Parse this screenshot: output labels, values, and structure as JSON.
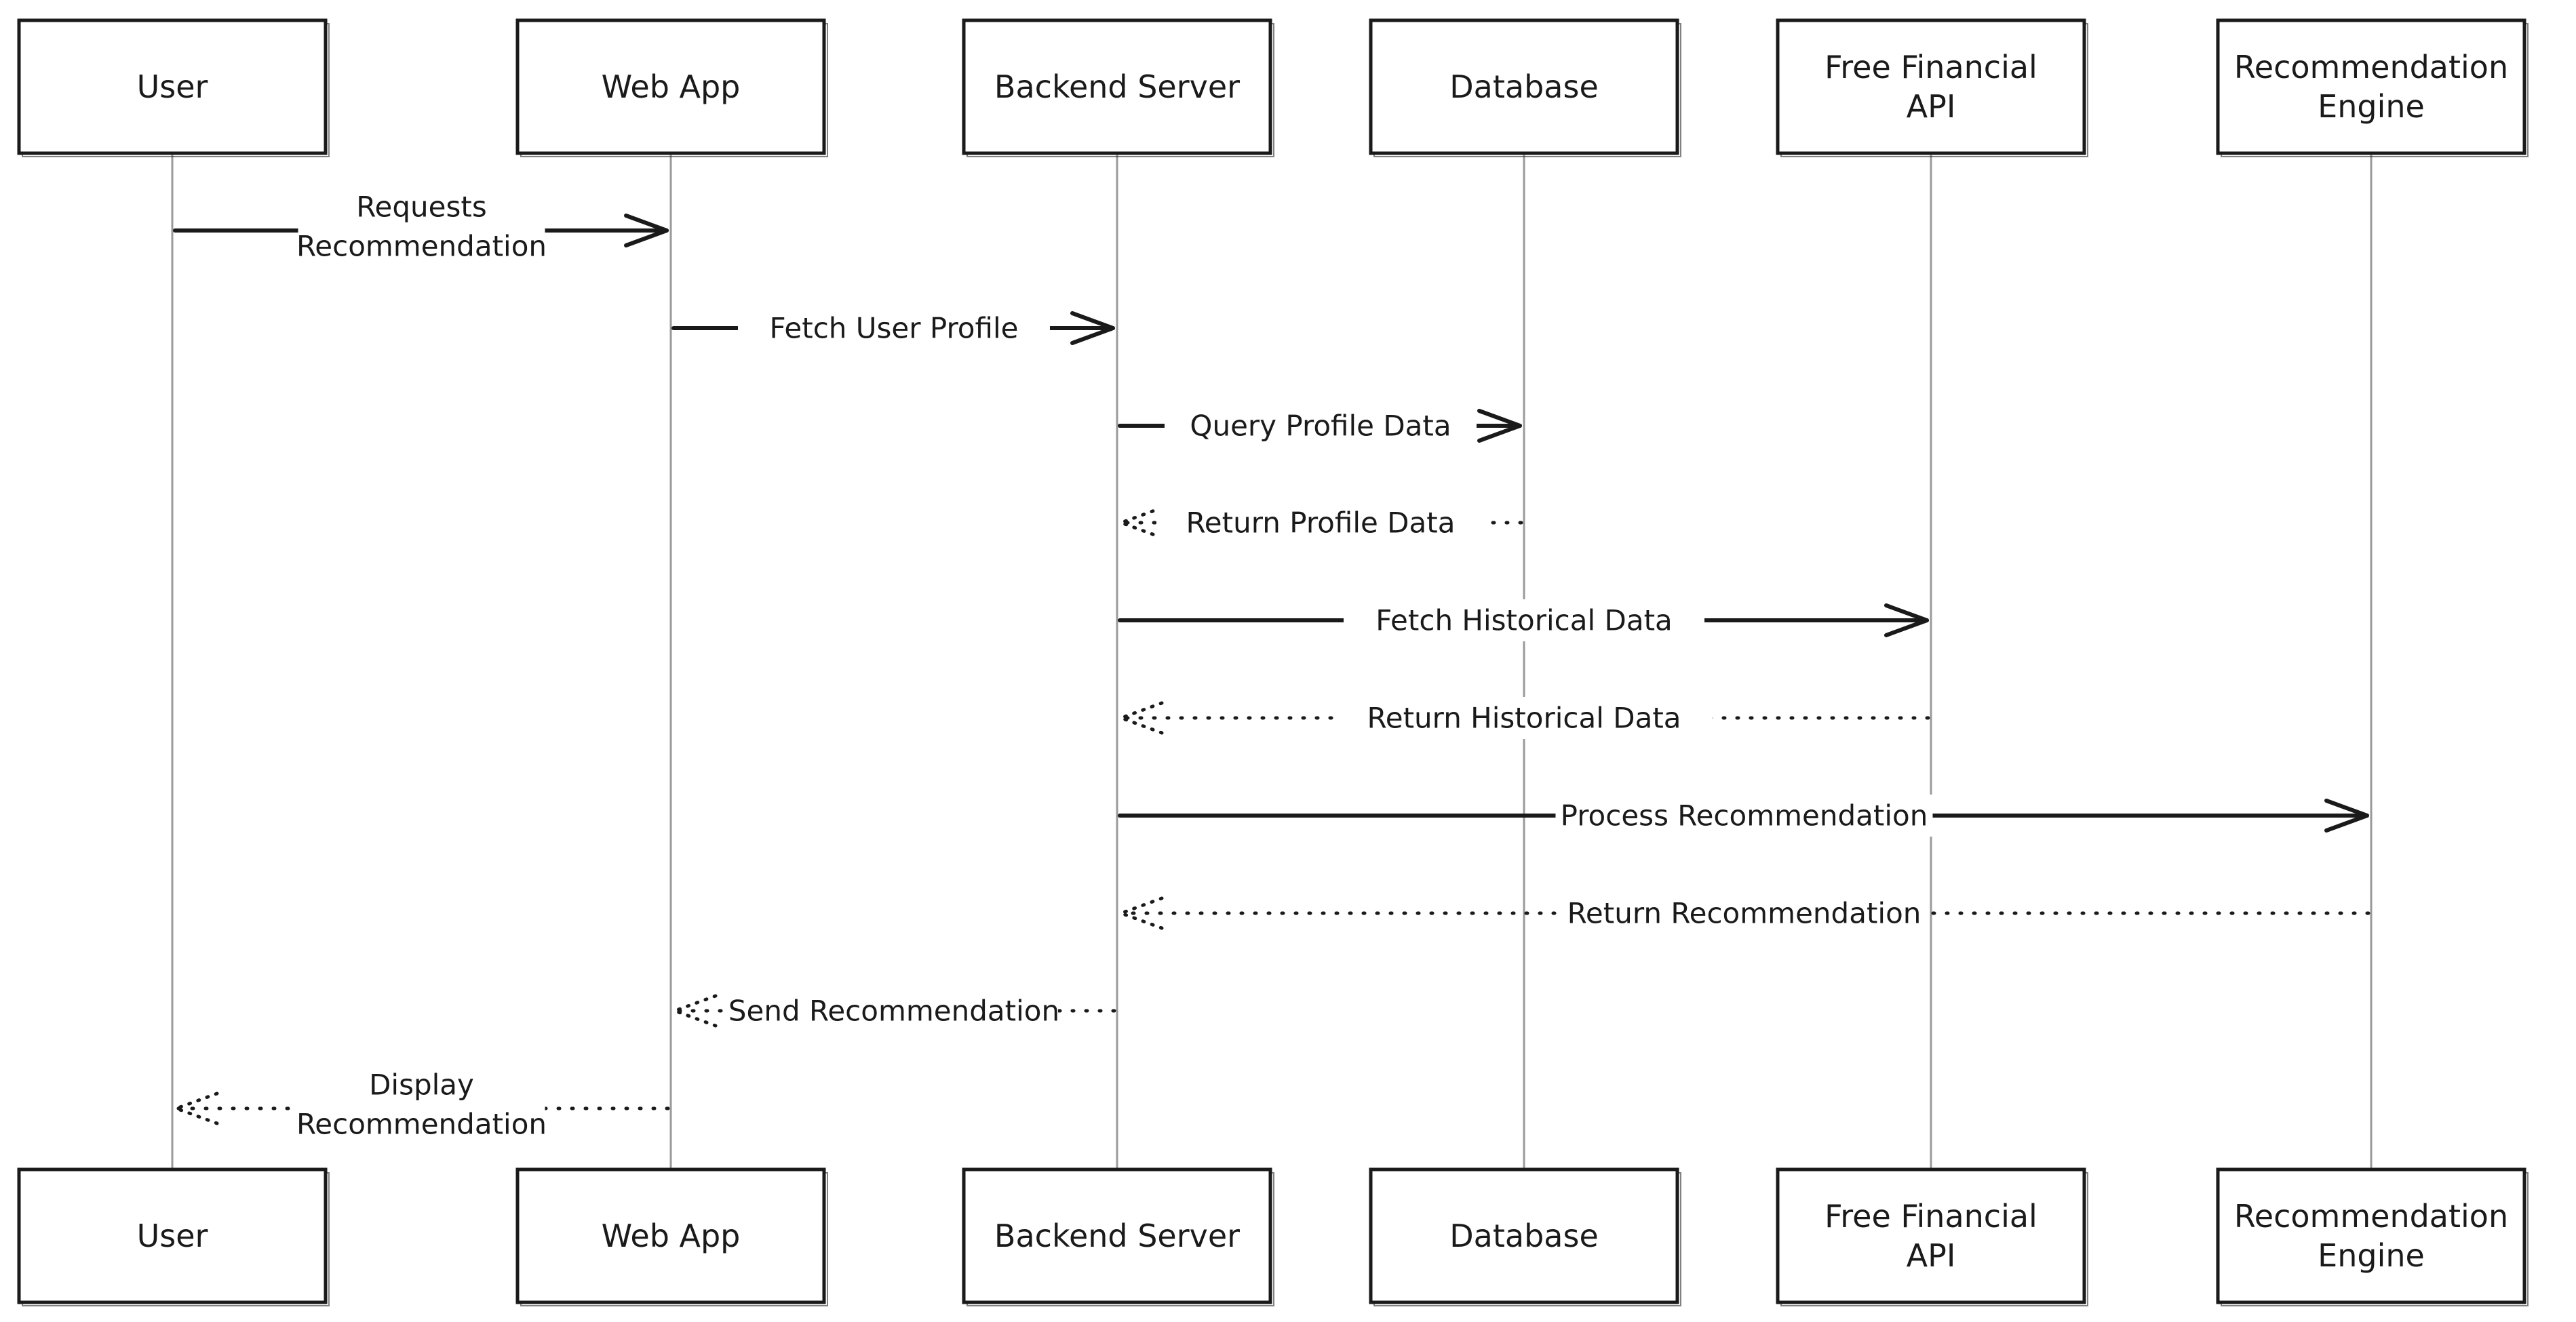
{
  "participants": [
    {
      "id": "user",
      "lines": [
        "User"
      ]
    },
    {
      "id": "web-app",
      "lines": [
        "Web App"
      ]
    },
    {
      "id": "backend-server",
      "lines": [
        "Backend Server"
      ]
    },
    {
      "id": "database",
      "lines": [
        "Database"
      ]
    },
    {
      "id": "free-financial-api",
      "lines": [
        "Free Financial",
        "API"
      ]
    },
    {
      "id": "recommendation-engine",
      "lines": [
        "Recommendation",
        "Engine"
      ]
    }
  ],
  "messages": [
    {
      "from": 0,
      "to": 1,
      "style": "solid",
      "lines": [
        "Requests",
        "Recommendation"
      ]
    },
    {
      "from": 1,
      "to": 2,
      "style": "solid",
      "lines": [
        "Fetch User Profile"
      ]
    },
    {
      "from": 2,
      "to": 3,
      "style": "solid",
      "lines": [
        "Query Profile Data"
      ]
    },
    {
      "from": 3,
      "to": 2,
      "style": "dotted",
      "lines": [
        "Return Profile Data"
      ]
    },
    {
      "from": 2,
      "to": 4,
      "style": "solid",
      "lines": [
        "Fetch Historical Data"
      ]
    },
    {
      "from": 4,
      "to": 2,
      "style": "dotted",
      "lines": [
        "Return Historical Data"
      ]
    },
    {
      "from": 2,
      "to": 5,
      "style": "solid",
      "lines": [
        "Process Recommendation"
      ]
    },
    {
      "from": 5,
      "to": 2,
      "style": "dotted",
      "lines": [
        "Return Recommendation"
      ]
    },
    {
      "from": 2,
      "to": 1,
      "style": "dotted",
      "lines": [
        "Send Recommendation"
      ]
    },
    {
      "from": 1,
      "to": 0,
      "style": "dotted",
      "lines": [
        "Display",
        "Recommendation"
      ]
    }
  ]
}
